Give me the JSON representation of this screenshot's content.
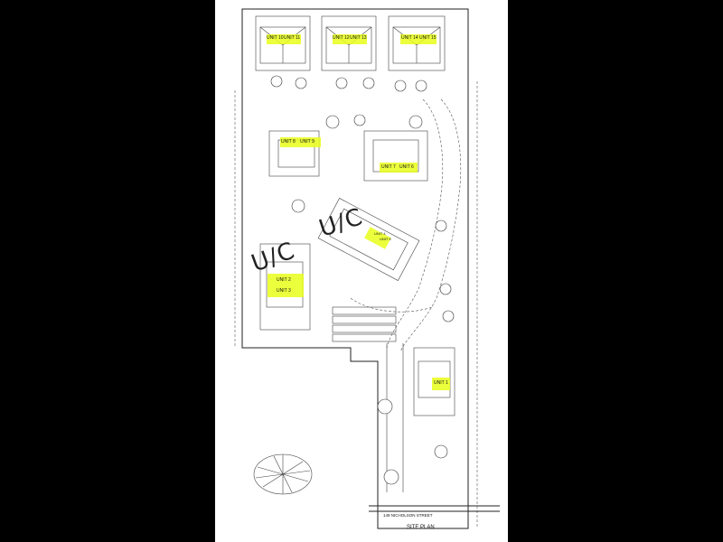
{
  "plan": {
    "title": "SITE PLAN",
    "street": "149 NICHOLSON STREET"
  },
  "units": [
    {
      "id": "u10",
      "label": "UNIT 10"
    },
    {
      "id": "u11",
      "label": "UNIT 11"
    },
    {
      "id": "u12",
      "label": "UNIT 12"
    },
    {
      "id": "u13",
      "label": "UNIT 13"
    },
    {
      "id": "u14",
      "label": "UNIT 14"
    },
    {
      "id": "u15",
      "label": "UNIT 15"
    },
    {
      "id": "u8",
      "label": "UNIT 8"
    },
    {
      "id": "u9",
      "label": "UNIT 9"
    },
    {
      "id": "u7",
      "label": "UNIT 7"
    },
    {
      "id": "u6",
      "label": "UNIT 6"
    },
    {
      "id": "u4",
      "label": "UNIT 4"
    },
    {
      "id": "u5",
      "label": "UNIT 5"
    },
    {
      "id": "u2",
      "label": "UNIT 2"
    },
    {
      "id": "u3",
      "label": "UNIT 3"
    },
    {
      "id": "u1",
      "label": "UNIT 1"
    }
  ],
  "handwriting": {
    "upper": "U/C",
    "lower": "U/C"
  },
  "colors": {
    "highlight": "#e9ff1a",
    "background": "#000000",
    "paper": "#ffffff"
  }
}
